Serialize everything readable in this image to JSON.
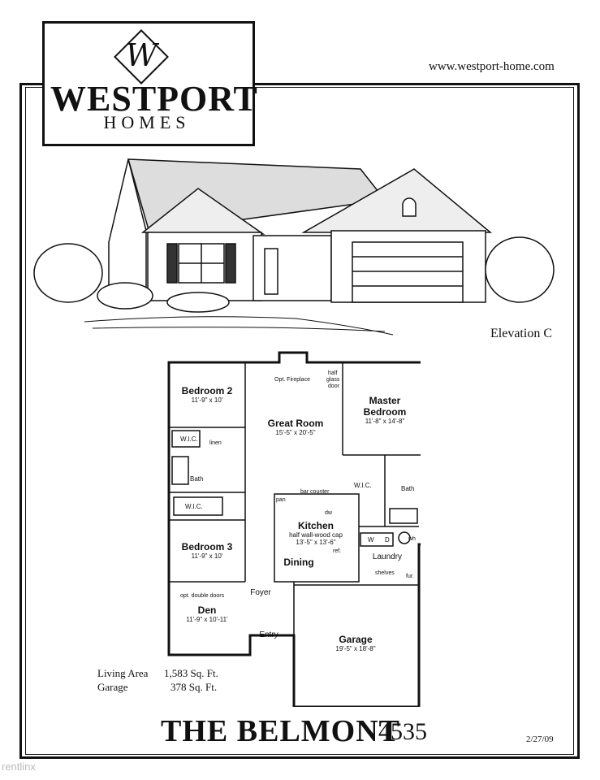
{
  "logo": {
    "monogram": "W",
    "name": "WESTPORT",
    "sub": "HOMES"
  },
  "url": "www.westport-home.com",
  "elevation_label": "Elevation C",
  "rooms": {
    "bedroom2": {
      "name": "Bedroom 2",
      "dims": "11'-9\" x 10'"
    },
    "great_room": {
      "name": "Great Room",
      "dims": "15'-5\" x 20'-5\""
    },
    "master": {
      "name1": "Master",
      "name2": "Bedroom",
      "dims": "11'-8\" x 14'-8\""
    },
    "bedroom3": {
      "name": "Bedroom 3",
      "dims": "11'-9\" x 10'"
    },
    "kitchen": {
      "name": "Kitchen",
      "dims": "13'-5\" x 13'-6\""
    },
    "dining": {
      "name": "Dining"
    },
    "laundry": {
      "name": "Laundry"
    },
    "den": {
      "name": "Den",
      "dims": "11'-9\" x 10'-11'"
    },
    "foyer": {
      "name": "Foyer"
    },
    "entry": {
      "name": "Entry"
    },
    "garage": {
      "name": "Garage",
      "dims": "19'-5\" x 18'-8\""
    }
  },
  "labels": {
    "fireplace": "Opt. Fireplace",
    "half_glass_1": "half",
    "half_glass_2": "glass",
    "half_glass_3": "door",
    "wic_left_top": "W.I.C.",
    "linen": "linen",
    "bath_left": "Bath",
    "wic_left_bottom": "W.I.C.",
    "wic_right": "W.I.C.",
    "bath_right": "Bath",
    "bar_counter": "bar counter",
    "pan": "pan",
    "dw": "dw",
    "half_wall": "half wall-wood cap",
    "ref": "ref.",
    "w": "W",
    "d": "D",
    "wh": "wh",
    "shelves": "shelves",
    "fur": "fur.",
    "double_doors": "opt. double doors"
  },
  "stats": {
    "living_label": "Living Area",
    "living_value": "1,583 Sq. Ft.",
    "garage_label": "Garage",
    "garage_value": "378 Sq. Ft."
  },
  "title": "THE BELMONT",
  "model_number": "4535",
  "date": "2/27/09",
  "watermark": "rentlinx"
}
